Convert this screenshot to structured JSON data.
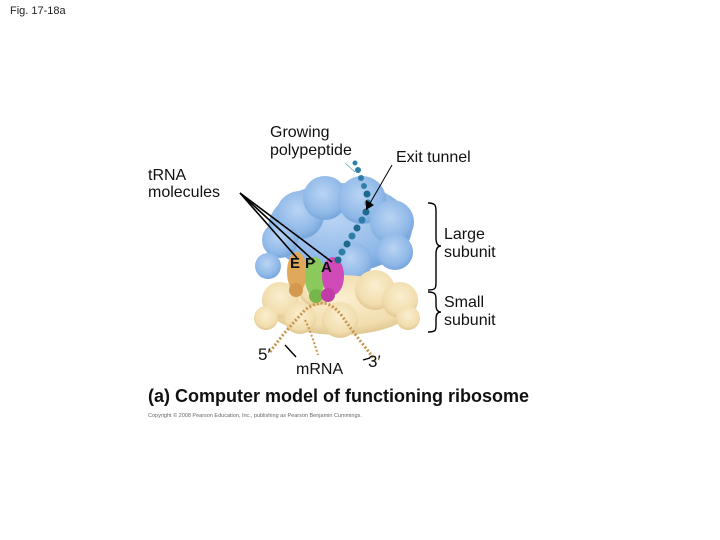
{
  "figure_number": "Fig. 17-18a",
  "labels": {
    "growing_polypeptide": [
      "Growing",
      "polypeptide"
    ],
    "exit_tunnel": "Exit tunnel",
    "trna_molecules": [
      "tRNA",
      "molecules"
    ],
    "large_subunit": [
      "Large",
      "subunit"
    ],
    "small_subunit": [
      "Small",
      "subunit"
    ],
    "five_prime": "5′",
    "mrna": "mRNA",
    "three_prime": "3′",
    "site_e": "E",
    "site_p": "P",
    "site_a": "A"
  },
  "caption": "(a) Computer model of functioning ribosome",
  "copyright": "Copyright © 2008 Pearson Education, Inc., publishing as Pearson Benjamin Cummings.",
  "colors": {
    "large_subunit": "#8fb8e8",
    "small_subunit": "#f1ddae",
    "trna_e": "#e0a85a",
    "trna_p": "#8cc95c",
    "trna_a": "#d04bb8",
    "polypeptide": "#2d7fa8",
    "mrna": "#c9954a"
  }
}
